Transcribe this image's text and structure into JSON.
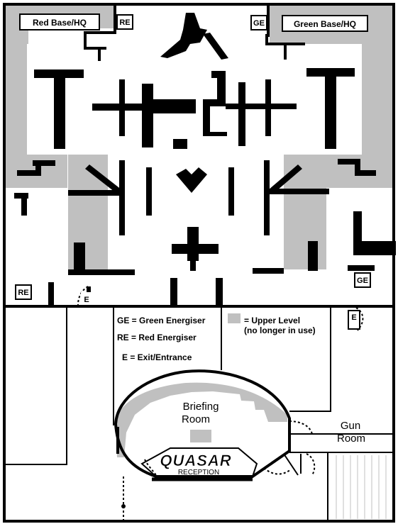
{
  "map": {
    "colors": {
      "wall": "#000000",
      "upper_level": "#c0c0c0",
      "floor": "#ffffff"
    },
    "labels": {
      "red_base": "Red Base/HQ",
      "green_base": "Green Base/HQ",
      "red_energiser": "RE",
      "green_energiser": "GE",
      "exit": "E",
      "briefing_room_line1": "Briefing",
      "briefing_room_line2": "Room",
      "gun_room_line1": "Gun",
      "gun_room_line2": "Room",
      "reception": "RECEPTION",
      "logo_text": "QUASAR"
    },
    "legend": {
      "ge": "GE = Green Energiser",
      "re": "RE = Red Energiser",
      "e": "E = Exit/Entrance",
      "upper_level": "= Upper Level",
      "upper_level_note": "(no longer in use)"
    }
  }
}
